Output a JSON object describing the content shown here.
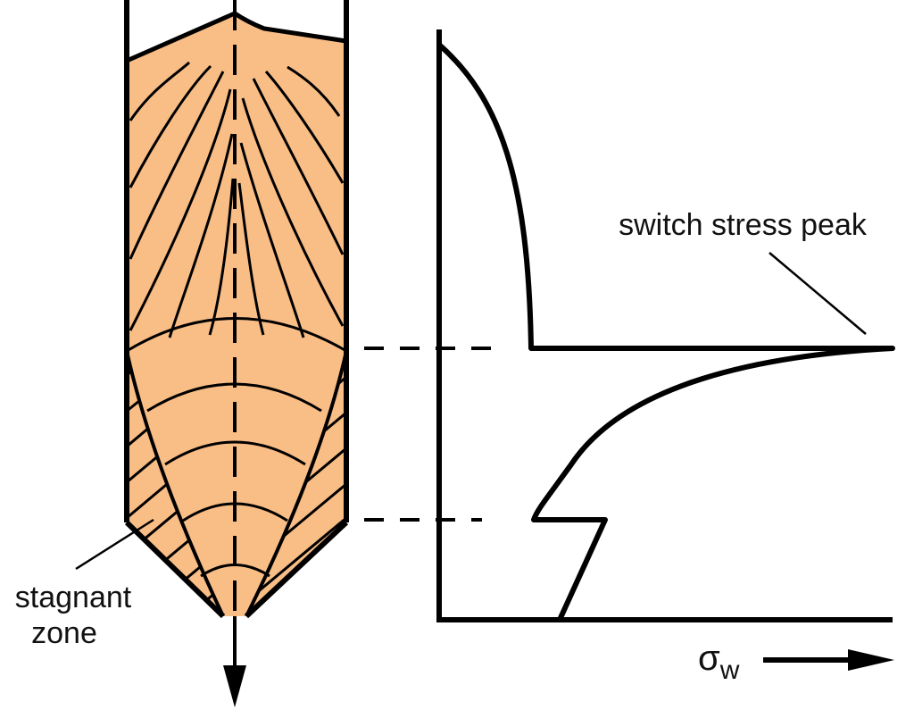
{
  "labels": {
    "stagnant_line1": "stagnant",
    "stagnant_line2": "zone",
    "switch_peak": "switch stress peak",
    "axis_sigma": "σ",
    "axis_sigma_sub": "w"
  },
  "colors": {
    "bulk_fill": "#f9bd86",
    "outline": "#000000",
    "background": "#ffffff"
  },
  "icons": {
    "discharge_arrow": "down-arrow-icon",
    "sigma_axis_arrow": "right-arrow-icon"
  }
}
